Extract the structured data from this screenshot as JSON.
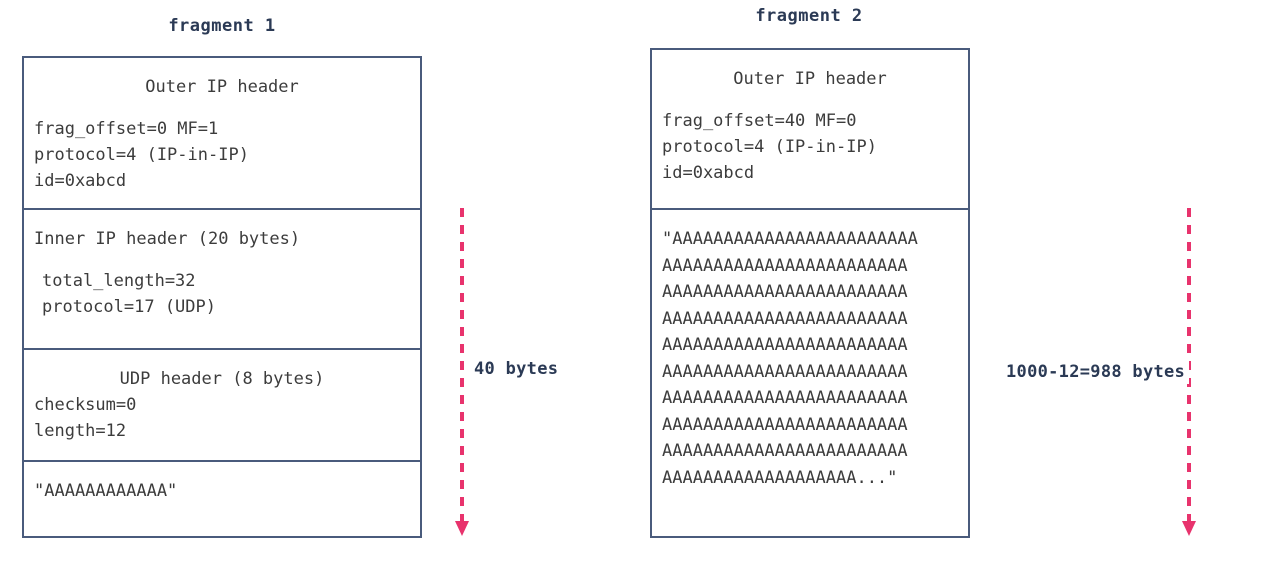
{
  "fragment1": {
    "title": "fragment 1",
    "sections": {
      "outer_header": {
        "heading": "Outer IP header",
        "lines": [
          "frag_offset=0 MF=1",
          "protocol=4 (IP-in-IP)",
          "id=0xabcd"
        ]
      },
      "inner_header": {
        "heading": "Inner IP header (20 bytes)",
        "lines": [
          "total_length=32",
          "protocol=17 (UDP)"
        ]
      },
      "udp_header": {
        "heading": "UDP header (8 bytes)",
        "lines": [
          "checksum=0",
          "length=12"
        ]
      },
      "payload": {
        "line": "\"AAAAAAAAAAAA\""
      }
    },
    "arrow_label": "40 bytes"
  },
  "fragment2": {
    "title": "fragment 2",
    "sections": {
      "outer_header": {
        "heading": "Outer IP header",
        "lines": [
          "frag_offset=40 MF=0",
          "protocol=4 (IP-in-IP)",
          "id=0xabcd"
        ]
      },
      "payload": {
        "lines": [
          "\"AAAAAAAAAAAAAAAAAAAAAAAA",
          "AAAAAAAAAAAAAAAAAAAAAAAA",
          "AAAAAAAAAAAAAAAAAAAAAAAA",
          "AAAAAAAAAAAAAAAAAAAAAAAA",
          "AAAAAAAAAAAAAAAAAAAAAAAA",
          "AAAAAAAAAAAAAAAAAAAAAAAA",
          "AAAAAAAAAAAAAAAAAAAAAAAA",
          "AAAAAAAAAAAAAAAAAAAAAAAA",
          "AAAAAAAAAAAAAAAAAAAAAAAA",
          "AAAAAAAAAAAAAAAAAAA...\""
        ]
      }
    },
    "arrow_label": "1000-12=988 bytes"
  },
  "colors": {
    "box_border": "#4a5b7c",
    "text": "#3c3c3c",
    "label_text": "#2b3a55",
    "arrow": "#e8336d",
    "background": "#ffffff"
  }
}
